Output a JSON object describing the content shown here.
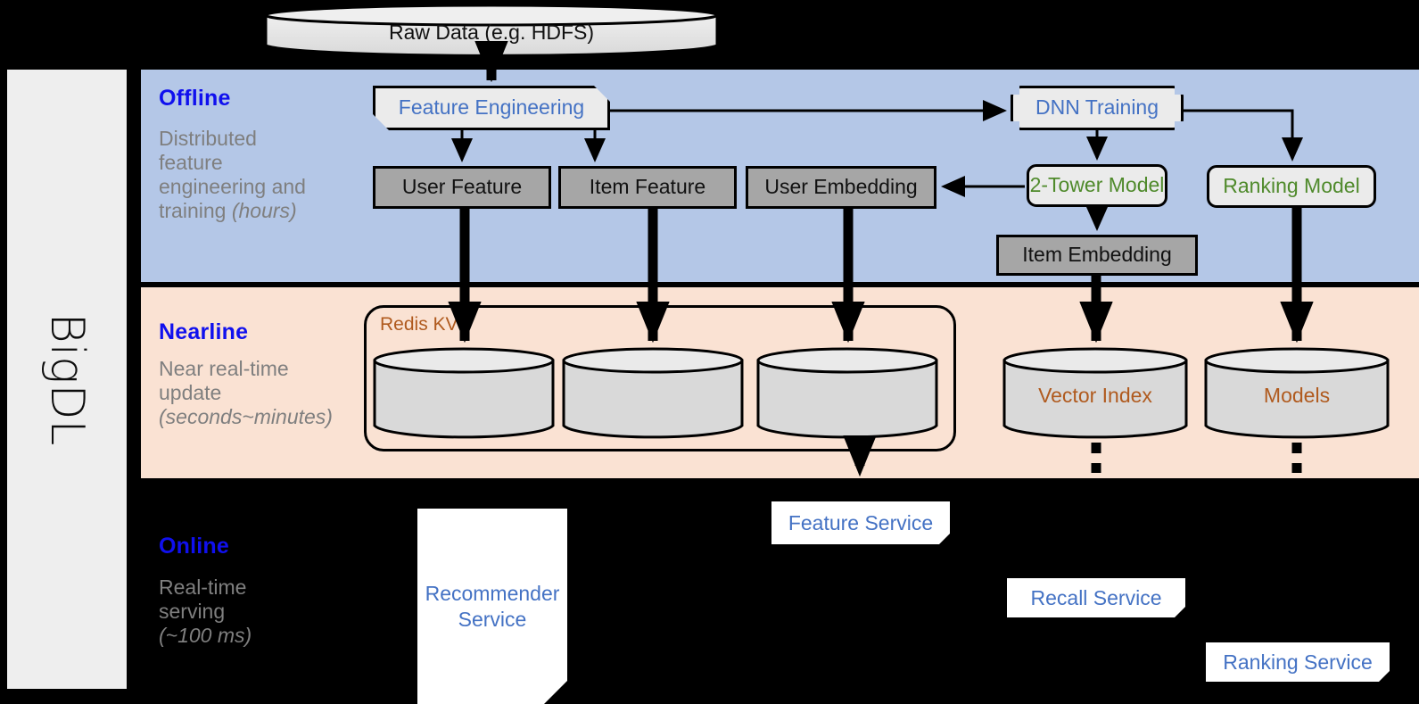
{
  "brand": {
    "label": "BigDL"
  },
  "colors": {
    "offline_band": "#b4c7e7",
    "nearline_band": "#fae2d3",
    "online_band": "#000000",
    "title_blue": "#1010ee",
    "text_blue": "#4472c4",
    "text_green": "#4f8a2b",
    "text_brown": "#b05a1e",
    "grey_box": "#a6a6a6",
    "light_box": "#ebebeb",
    "rail_grey": "#eeeeee"
  },
  "source": {
    "raw_data": "Raw Data (e.g. HDFS)"
  },
  "bands": {
    "offline": {
      "title": "Offline",
      "subtitle": "Distributed\nfeature\nengineering and\ntraining ",
      "subtitle_italic": "(hours)"
    },
    "nearline": {
      "title": "Nearline",
      "subtitle": "Near real-time\nupdate\n",
      "subtitle_italic": "(seconds~minutes)"
    },
    "online": {
      "title": "Online",
      "subtitle": "Real-time\nserving\n",
      "subtitle_italic": "(~100 ms)"
    }
  },
  "offline_nodes": {
    "feature_engineering": "Feature Engineering",
    "dnn_training": "DNN Training",
    "user_feature": "User Feature",
    "item_feature": "Item Feature",
    "user_embedding": "User Embedding",
    "two_tower_model": "2-Tower Model",
    "ranking_model": "Ranking Model",
    "item_embedding": "Item Embedding"
  },
  "nearline_nodes": {
    "redis_kv": "Redis KV",
    "store_1": "",
    "store_2": "",
    "store_3": "",
    "vector_index": "Vector Index",
    "models": "Models"
  },
  "online_nodes": {
    "recommender_service": "Recommender\nService",
    "feature_service": "Feature Service",
    "recall_service": "Recall Service",
    "ranking_service": "Ranking Service"
  }
}
